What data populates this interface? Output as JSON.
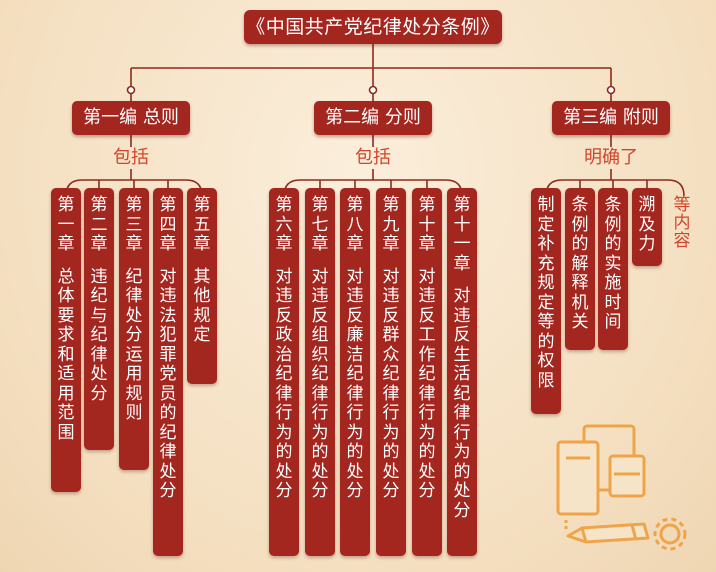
{
  "title": "《中国共产党纪律处分条例》",
  "parts": [
    {
      "label": "第一编  总则",
      "relation": "包括",
      "chapters": [
        {
          "num": "第一章",
          "text": "总体要求和适用范围"
        },
        {
          "num": "第二章",
          "text": "违纪与纪律处分"
        },
        {
          "num": "第三章",
          "text": "纪律处分运用规则"
        },
        {
          "num": "第四章",
          "text": "对违法犯罪党员的纪律处分"
        },
        {
          "num": "第五章",
          "text": "其他规定"
        }
      ]
    },
    {
      "label": "第二编  分则",
      "relation": "包括",
      "chapters": [
        {
          "num": "第六章",
          "text": "对违反政治纪律行为的处分"
        },
        {
          "num": "第七章",
          "text": "对违反组织纪律行为的处分"
        },
        {
          "num": "第八章",
          "text": "对违反廉洁纪律行为的处分"
        },
        {
          "num": "第九章",
          "text": "对违反群众纪律行为的处分"
        },
        {
          "num": "第十章",
          "text": "对违反工作纪律行为的处分"
        },
        {
          "num": "第十一章",
          "text": "对违反生活纪律行为的处分"
        }
      ]
    },
    {
      "label": "第三编  附则",
      "relation": "明确了",
      "items": [
        "制定补充规定等的权限",
        "条例的解释机关",
        "条例的实施时间",
        "溯及力"
      ],
      "trailing": "等内容"
    }
  ],
  "colors": {
    "primary": "#a3261f",
    "accent": "#d2452a",
    "line": "#8c2a1e",
    "background": "#f6e4c8",
    "decor_orange": "#f0a44a"
  },
  "decor_icon": "documents-pencil-gear-icon"
}
